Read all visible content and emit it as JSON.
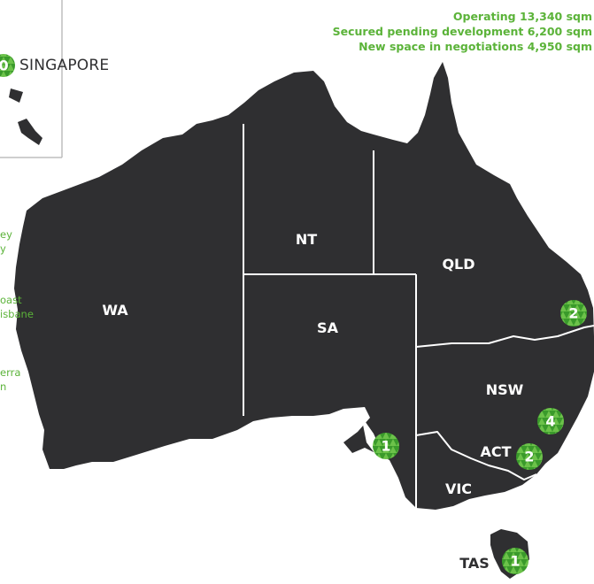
{
  "legend": {
    "operating": "Operating 13,340 sqm",
    "secured": "Secured pending development 6,200 sqm",
    "negotiations": "New space in negotiations 4,950 sqm"
  },
  "singapore": {
    "label": "SINGAPORE"
  },
  "states": {
    "wa": "WA",
    "nt": "NT",
    "qld": "QLD",
    "sa": "SA",
    "nsw": "NSW",
    "act": "ACT",
    "vic": "VIC",
    "tas": "TAS"
  },
  "markers": {
    "qld": "2",
    "sa": "1",
    "nsw": "4",
    "act": "2",
    "tas": "1",
    "singapore": "0"
  },
  "side_fragments": [
    "ey",
    "y",
    "oast",
    "isbane",
    "erra",
    "n"
  ],
  "colors": {
    "land": "#2f2f31",
    "accent": "#5bb339",
    "marker": "#3f9a2c"
  }
}
